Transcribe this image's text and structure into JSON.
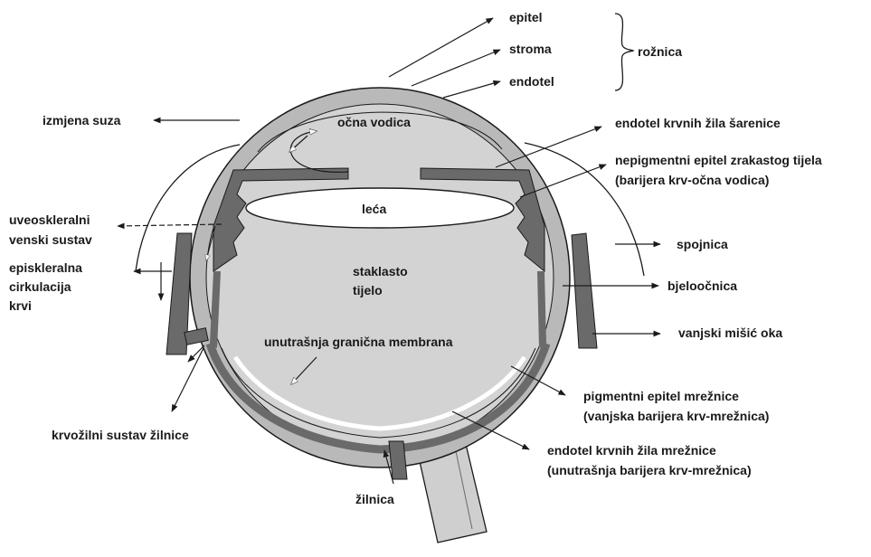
{
  "labels": {
    "epitel": "epitel",
    "stroma": "stroma",
    "endotel": "endotel",
    "roznica": "rožnica",
    "izmjena_suza": "izmjena suza",
    "ocna_vodica": "očna vodica",
    "endotel_zila_sarenice": "endotel krvnih žila šarenice",
    "nepigmentni_line1": "nepigmentni epitel zrakastog tijela",
    "nepigmentni_line2": "(barijera krv-očna vodica)",
    "leca": "leća",
    "uveoskleralni_line1": "uveoskleralni",
    "uveoskleralni_line2": "venski sustav",
    "spojnica": "spojnica",
    "episkleralna_line1": "episkleralna",
    "episkleralna_line2": "cirkulacija",
    "episkleralna_line3": "krvi",
    "staklasto_line1": "staklasto",
    "staklasto_line2": "tijelo",
    "bjeloocnica": "bjeloočnica",
    "unutrasnja_membrana": "unutrašnja granična membrana",
    "vanjski_misic": "vanjski mišić oka",
    "pigmentni_line1": "pigmentni epitel mrežnice",
    "pigmentni_line2": "(vanjska barijera krv-mrežnica)",
    "krvozilni": "krvožilni sustav žilnice",
    "endotel_mreznice_line1": "endotel krvnih žila mrežnice",
    "endotel_mreznice_line2": "(unutrašnja barijera krv-mrežnica)",
    "zilnica": "žilnica"
  },
  "colors": {
    "sclera_fill": "#b9b9b9",
    "interior_fill": "#d3d3d3",
    "dark_tissue": "#6a6a6a",
    "lens_fill": "#ffffff",
    "outline": "#1a1a1a"
  }
}
